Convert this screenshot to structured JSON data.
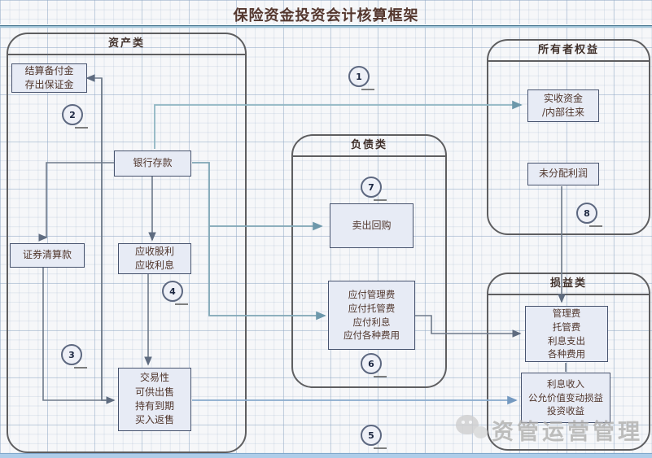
{
  "title": "保险资金投资会计核算框架",
  "containers": {
    "assets": "资产类",
    "liabilities": "负债类",
    "equity": "所有者权益",
    "pnl": "损益类"
  },
  "boxes": {
    "settlement": "结算备付金\n存出保证金",
    "bank": "银行存款",
    "clearing": "证券清算款",
    "receivable": "应收股利\n应收利息",
    "trading": "交易性\n可供出售\n持有到期\n买入返售",
    "repo": "卖出回购",
    "payable": "应付管理费\n应付托管费\n应付利息\n应付各种费用",
    "paidin": "实收资金\n/内部往来",
    "undistributed": "未分配利润",
    "fees": "管理费\n托管费\n利息支出\n各种费用",
    "income": "利息收入\n公允价值变动损益\n投资收益"
  },
  "circles": {
    "c1": "1",
    "c2": "2",
    "c3": "3",
    "c4": "4",
    "c5": "5",
    "c6": "6",
    "c7": "7",
    "c8": "8"
  },
  "watermark": {
    "text": "资管运营管理"
  },
  "colors": {
    "connector_gray": "#6e7a8a",
    "connector_teal": "#7fa6b6",
    "connector_teal_light": "#8fb6c2",
    "connector_blue": "#88aacd",
    "box_fill": "#e7ebf5",
    "box_border": "#47536e",
    "container_border": "#5e5e60",
    "title_color": "#54372e"
  }
}
